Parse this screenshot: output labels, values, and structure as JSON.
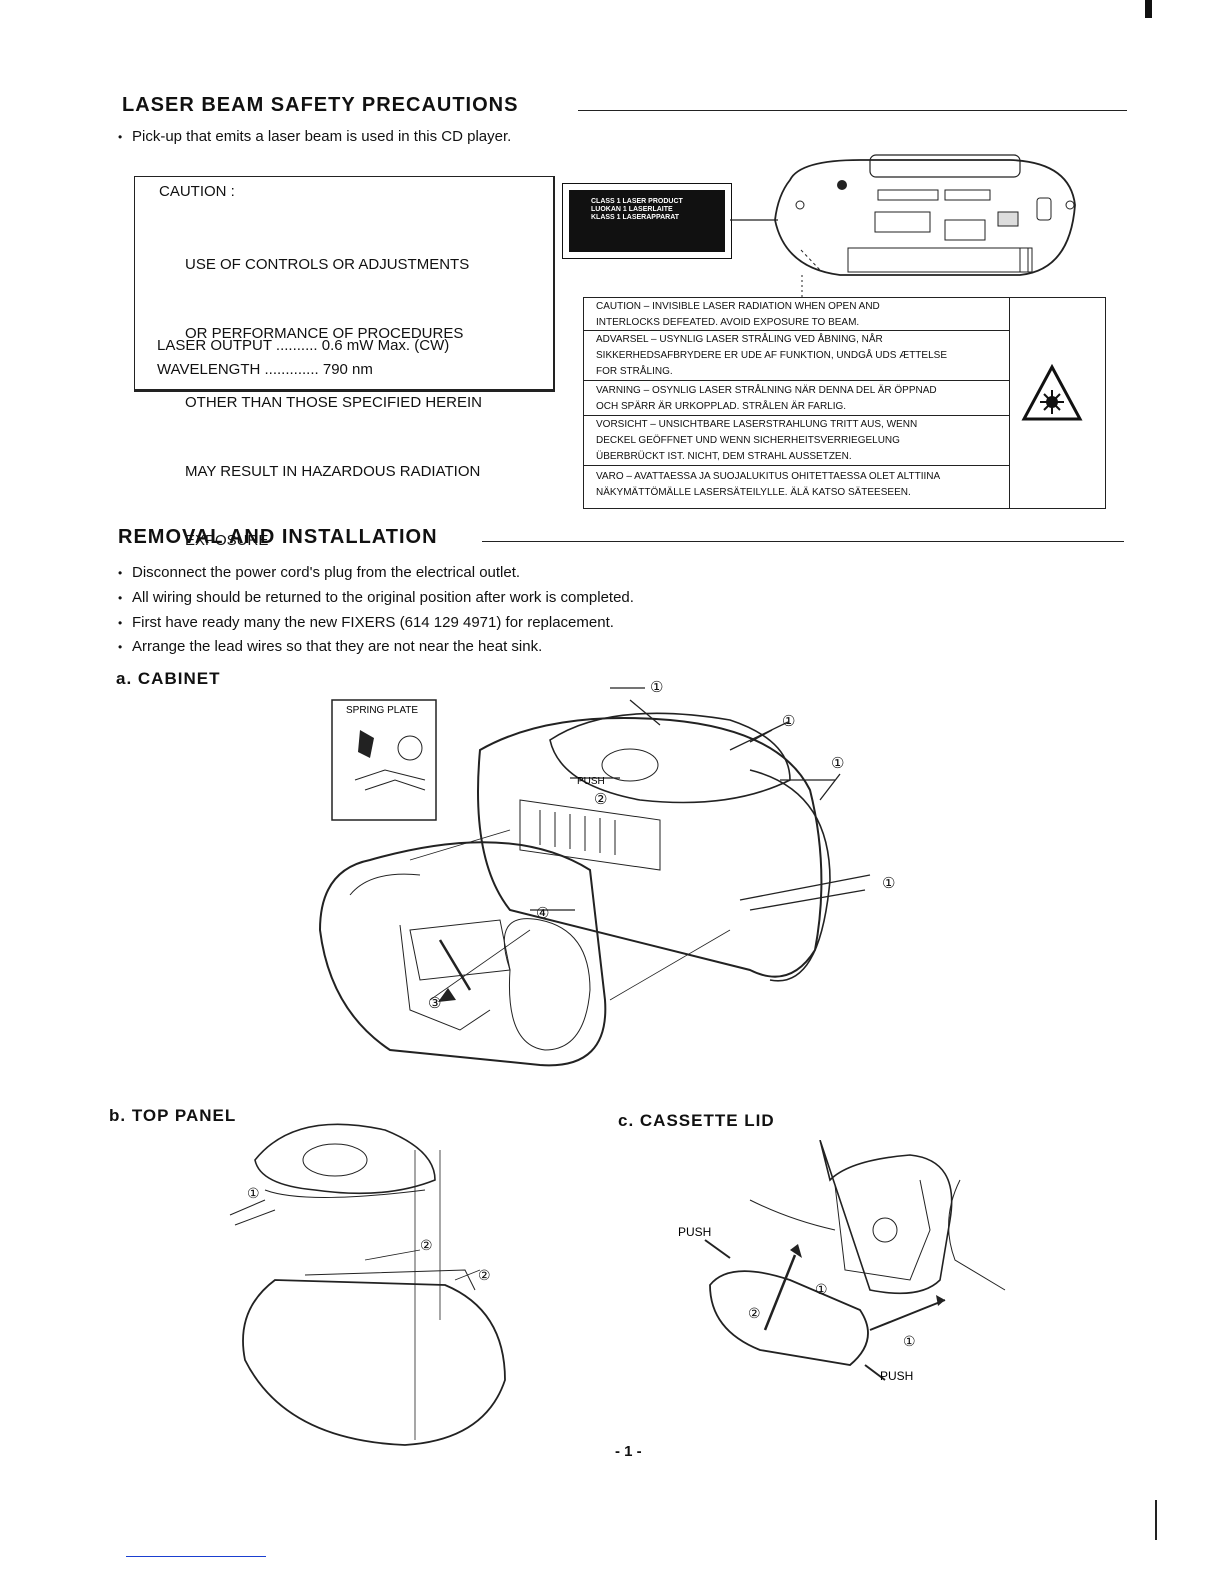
{
  "laser_section": {
    "title": "LASER BEAM SAFETY PRECAUTIONS",
    "bullet": "Pick-up that emits a laser beam is used in this CD player."
  },
  "caution_box": {
    "heading": "CAUTION :",
    "lines": [
      "USE OF CONTROLS OR ADJUSTMENTS",
      "OR PERFORMANCE OF PROCEDURES",
      "OTHER THAN THOSE SPECIFIED HEREIN",
      "MAY RESULT IN HAZARDOUS RADIATION",
      "EXPOSURE"
    ],
    "laser_output": "LASER OUTPUT .......... 0.6 mW Max. (CW)",
    "wavelength": "WAVELENGTH ............. 790 nm"
  },
  "class_label": {
    "lines": [
      "CLASS 1 LASER PRODUCT",
      "LUOKAN 1 LASERLAITE",
      "KLASS 1 LASERAPPARAT"
    ]
  },
  "warning_table": {
    "rows": [
      [
        "CAUTION – INVISIBLE LASER RADIATION WHEN OPEN AND",
        "INTERLOCKS DEFEATED. AVOID EXPOSURE TO BEAM."
      ],
      [
        "ADVARSEL – USYNLIG LASER STRÅLING VED ÅBNING, NÅR",
        "SIKKERHEDSAFBRYDERE ER UDE AF FUNKTION, UNDGÅ UDS ÆTTELSE",
        "FOR STRÅLING."
      ],
      [
        "VARNING – OSYNLIG LASER STRÅLNING NÄR DENNA DEL ÄR ÖPPNAD",
        "OCH SPÄRR ÄR URKOPPLAD. STRÅLEN ÄR FARLIG."
      ],
      [
        "VORSICHT – UNSICHTBARE LASERSTRAHLUNG TRITT AUS, WENN",
        "DECKEL GEÖFFNET UND WENN SICHERHEITSVERRIEGELUNG",
        "ÜBERBRÜCKT IST. NICHT, DEM STRAHL AUSSETZEN."
      ],
      [
        "VARO – AVATTAESSA JA SUOJALUKITUS OHITETTAESSA OLET ALTTIINA",
        "NÄKYMÄTTÖMÄLLE LASERSÄTEILYLLE. ÄLÄ KATSO SÄTEESEEN."
      ]
    ]
  },
  "removal_section": {
    "title": "REMOVAL AND INSTALLATION",
    "bullets": [
      "Disconnect the power cord's plug from the electrical outlet.",
      "All wiring should be returned to the original position after work is completed.",
      "First have ready many the new FIXERS (614 129 4971) for replacement.",
      "Arrange the lead wires so that they are not near the heat sink."
    ]
  },
  "cabinet": {
    "title": "a.  CABINET",
    "spring_plate_label": "SPRING PLATE",
    "push_label": "PUSH",
    "callouts": [
      "①",
      "②",
      "③",
      "④"
    ]
  },
  "top_panel": {
    "title": "b.  TOP PANEL",
    "callouts": [
      "①",
      "②"
    ]
  },
  "cassette_lid": {
    "title": "c.  CASSETTE  LID",
    "push_label": "PUSH",
    "callouts": [
      "①",
      "②"
    ]
  },
  "page_number": "- 1 -"
}
